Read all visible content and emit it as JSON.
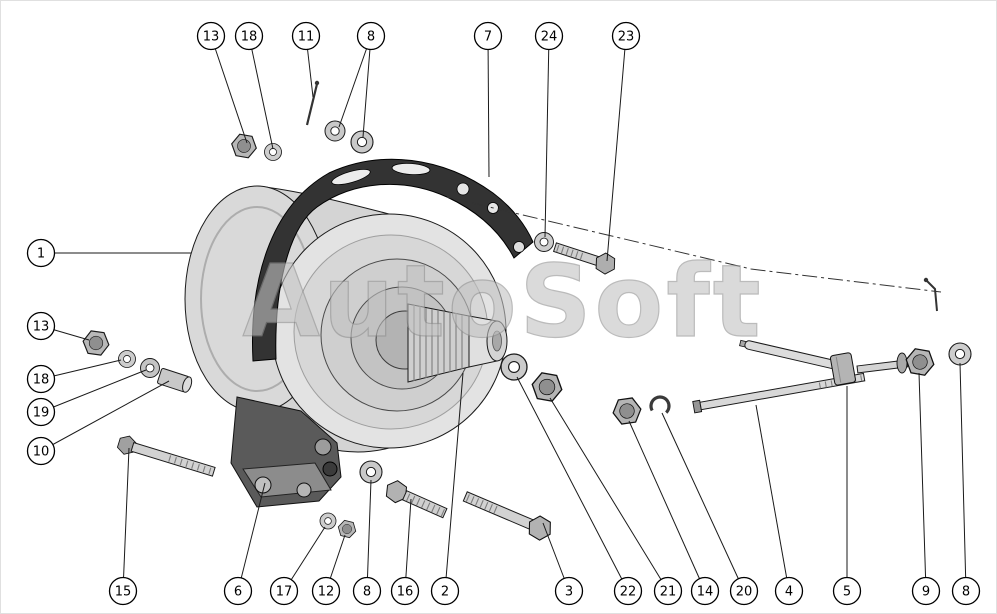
{
  "watermark": "AutoSoft",
  "callouts": [
    {
      "label": "13"
    },
    {
      "label": "18"
    },
    {
      "label": "11"
    },
    {
      "label": "8"
    },
    {
      "label": "7"
    },
    {
      "label": "24"
    },
    {
      "label": "23"
    },
    {
      "label": "1"
    },
    {
      "label": "13"
    },
    {
      "label": "18"
    },
    {
      "label": "19"
    },
    {
      "label": "10"
    },
    {
      "label": "15"
    },
    {
      "label": "6"
    },
    {
      "label": "17"
    },
    {
      "label": "12"
    },
    {
      "label": "8"
    },
    {
      "label": "16"
    },
    {
      "label": "2"
    },
    {
      "label": "3"
    },
    {
      "label": "22"
    },
    {
      "label": "21"
    },
    {
      "label": "14"
    },
    {
      "label": "20"
    },
    {
      "label": "4"
    },
    {
      "label": "5"
    },
    {
      "label": "9"
    },
    {
      "label": "8"
    }
  ]
}
